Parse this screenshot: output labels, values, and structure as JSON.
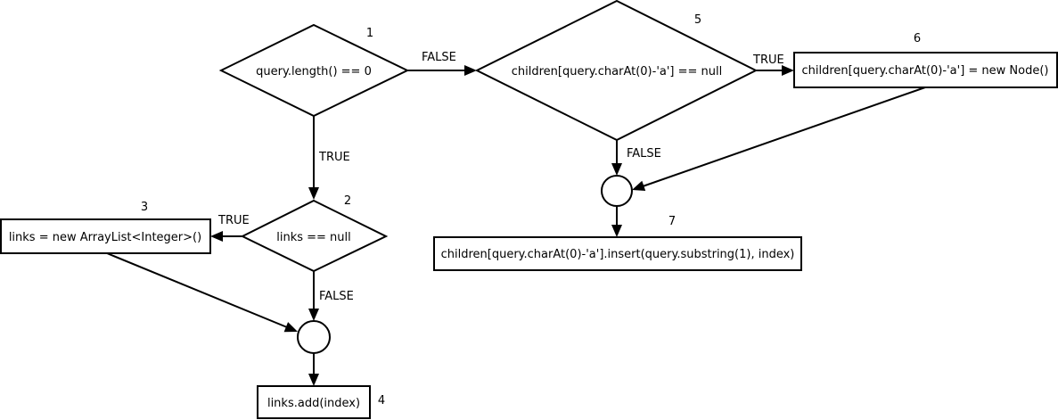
{
  "nodes": {
    "n1": {
      "number": "1",
      "label": "query.length() == 0"
    },
    "n2": {
      "number": "2",
      "label": "links == null"
    },
    "n3": {
      "number": "3",
      "label": "links = new ArrayList<Integer>()"
    },
    "n4": {
      "number": "4",
      "label": "links.add(index)"
    },
    "n5": {
      "number": "5",
      "label": "children[query.charAt(0)-'a'] == null"
    },
    "n6": {
      "number": "6",
      "label": "children[query.charAt(0)-'a'] = new Node()"
    },
    "n7": {
      "number": "7",
      "label": "children[query.charAt(0)-'a'].insert(query.substring(1), index)"
    }
  },
  "edges": {
    "e1_5": {
      "label": "FALSE"
    },
    "e1_2": {
      "label": "TRUE"
    },
    "e2_3": {
      "label": "TRUE"
    },
    "e2_join": {
      "label": "FALSE"
    },
    "e5_6": {
      "label": "TRUE"
    },
    "e5_join": {
      "label": "FALSE"
    }
  }
}
